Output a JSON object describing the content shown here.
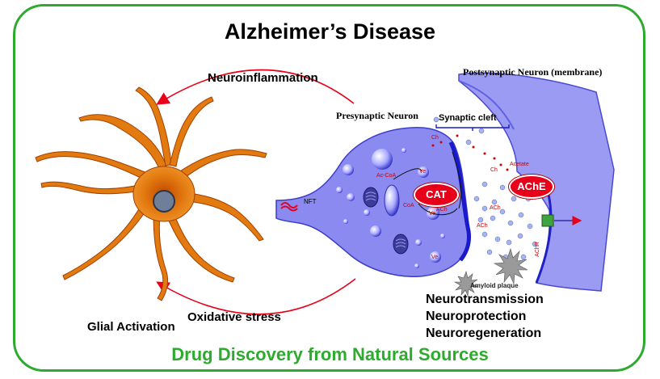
{
  "title": "Alzheimer’s Disease",
  "footer": "Drug Discovery from Natural Sources",
  "cycle": {
    "neuroinflammation": "Neuroinflammation",
    "oxidative_stress": "Oxidative stress",
    "glial_activation": "Glial Activation"
  },
  "synapse": {
    "presynaptic": "Presynaptic Neuron",
    "postsynaptic": "Postsynaptic Neuron (membrane)",
    "synaptic_cleft": "Synaptic cleft",
    "nft": "NFT",
    "cat": "CAT",
    "ache": "AChE",
    "ac_coa": "Ac-CoA",
    "coa": "CoA",
    "ch": "Ch",
    "ach": "ACh",
    "ve": "Ve",
    "acetate": "Acetate",
    "achr": "AChR",
    "amyloid_plaque": "Amyloid plaque"
  },
  "outcomes": [
    "Neurotransmission",
    "Neuroprotection",
    "Neuroregeneration"
  ],
  "colors": {
    "frame": "#2eab2e",
    "footer": "#2eab2e",
    "arrows": "#e8001a",
    "glial_cell": "#e67e22",
    "neuron": "#8c8cf0",
    "enzyme": "#e8001a"
  }
}
